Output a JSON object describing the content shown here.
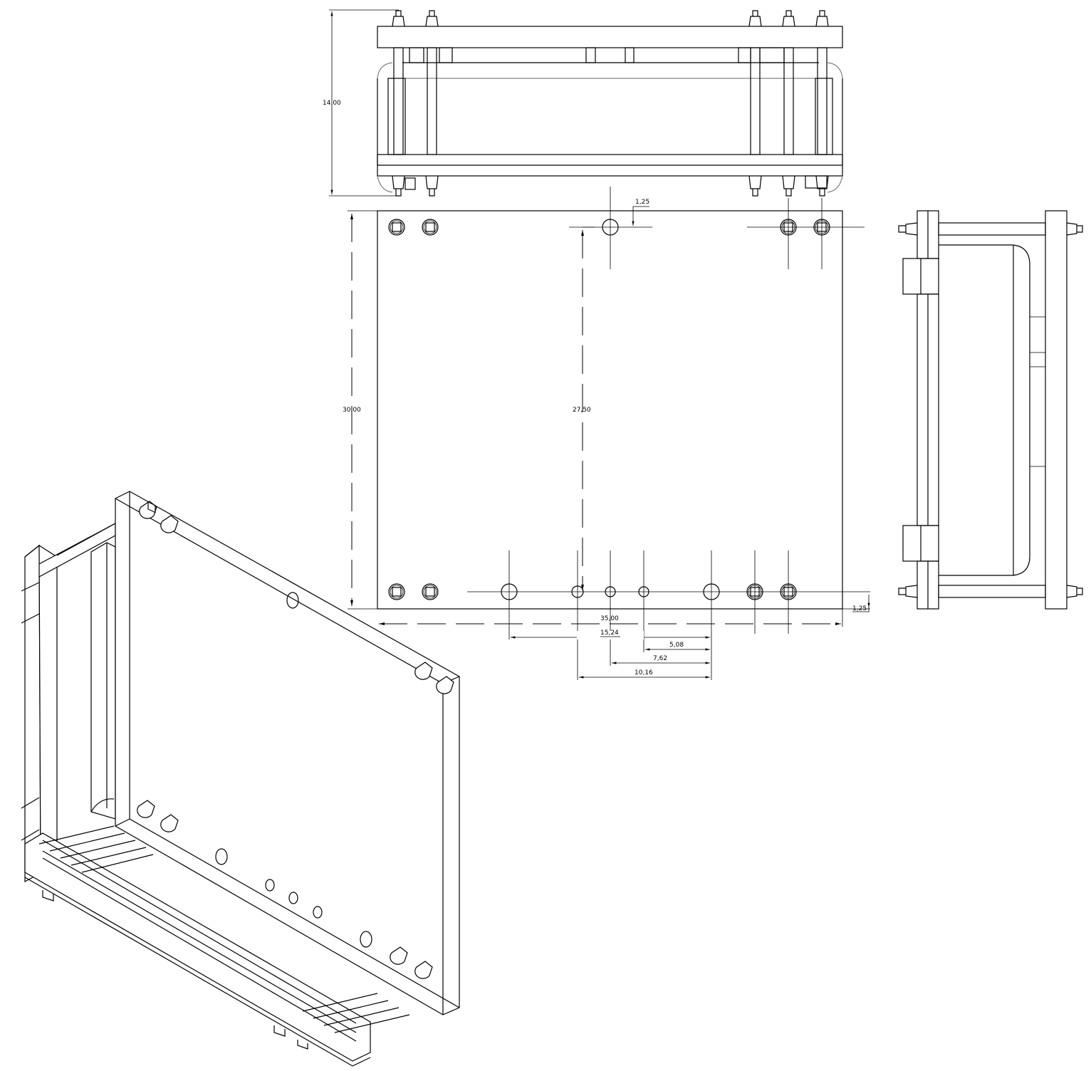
{
  "drawing": {
    "views": [
      "top-view",
      "front-view",
      "side-view",
      "isometric-view"
    ],
    "dimensions": {
      "height_top": "14,00",
      "hole_offset_top": "1,25",
      "height_total": "30,00",
      "height_inner": "27,50",
      "width_total": "35,00",
      "span_15": "15,24",
      "span_5": "5,08",
      "span_7": "7,62",
      "span_10": "10,16",
      "hole_offset_bottom": "1,25"
    },
    "line_color": "#000000",
    "background": "#ffffff"
  }
}
